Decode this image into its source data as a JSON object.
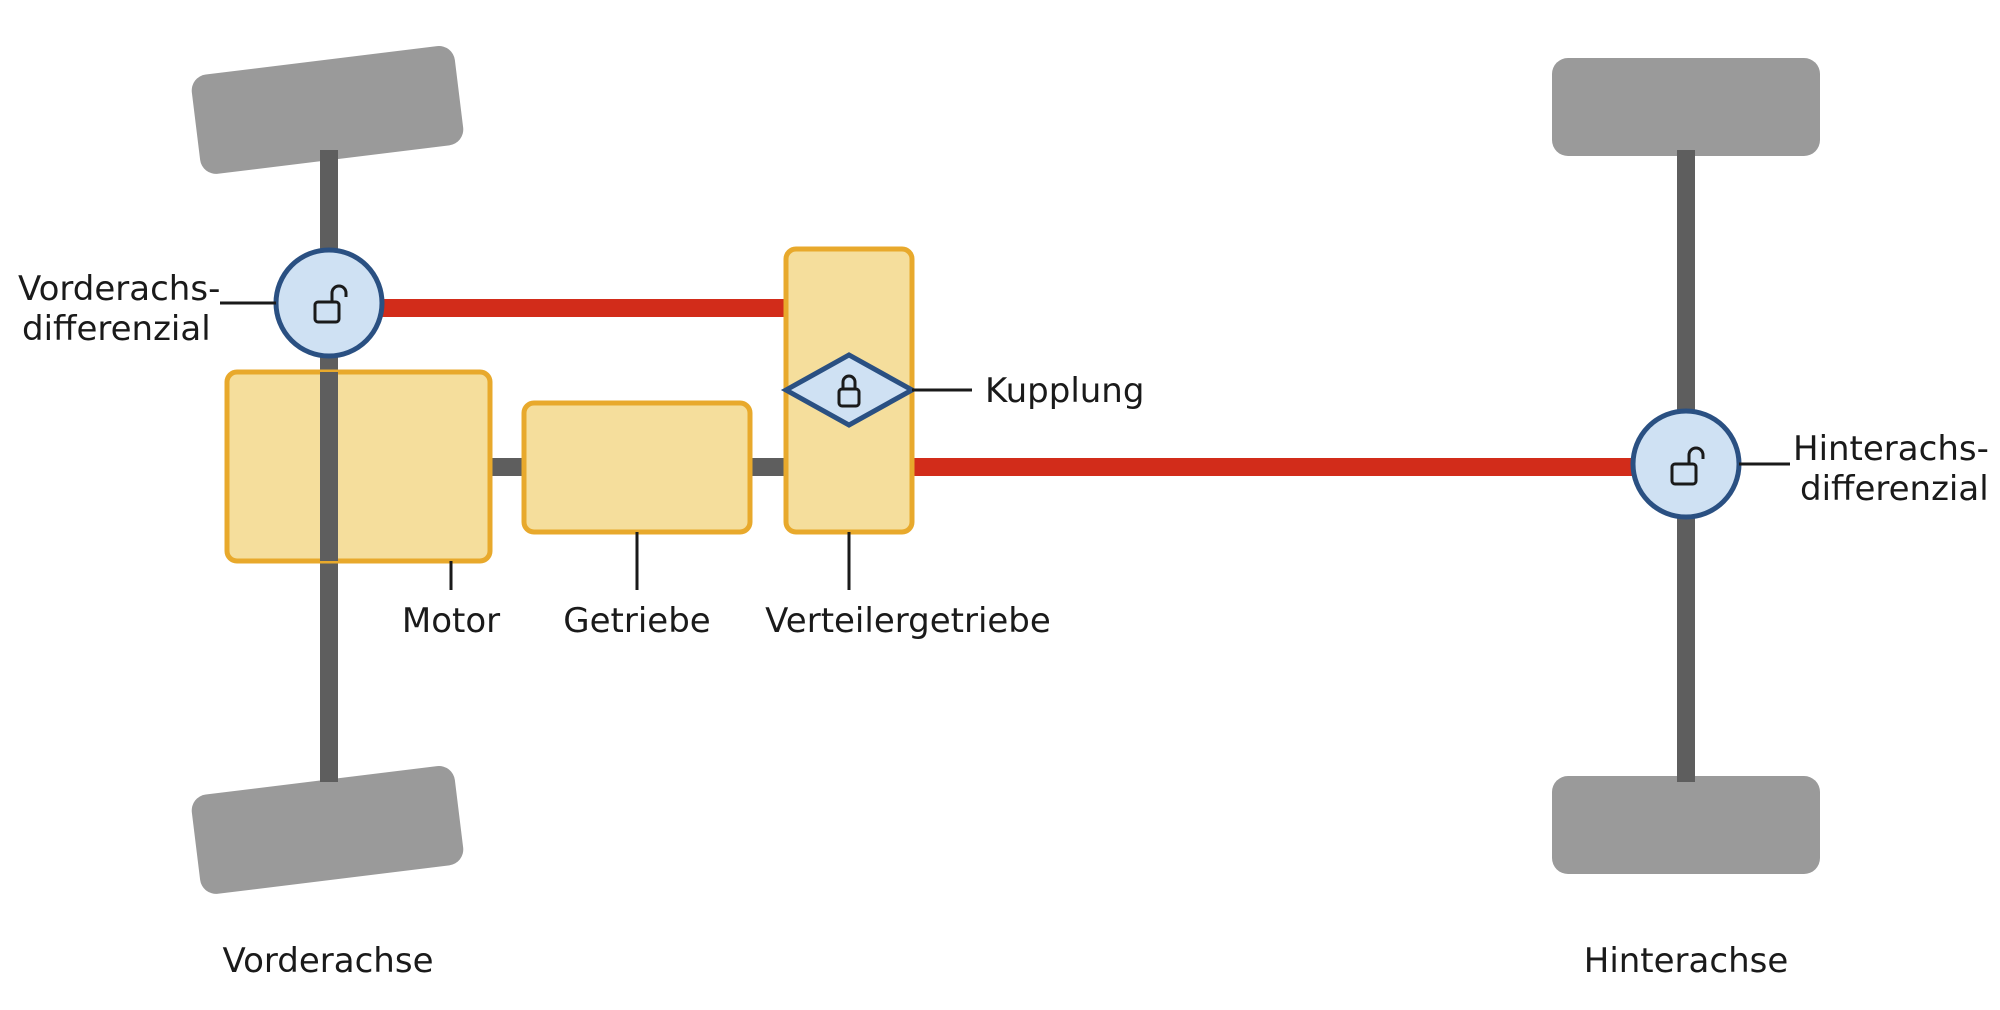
{
  "labels": {
    "front_diff_line1": "Vorderachs-",
    "front_diff_line2": "differenzial",
    "rear_diff_line1": "Hinterachs-",
    "rear_diff_line2": "differenzial",
    "clutch": "Kupplung",
    "engine": "Motor",
    "gearbox": "Getriebe",
    "transfer_case": "Verteilergetriebe",
    "front_axle": "Vorderachse",
    "rear_axle": "Hinterachse"
  },
  "states": {
    "front_diff": "unlocked",
    "rear_diff": "unlocked",
    "clutch": "locked"
  },
  "colors": {
    "wheel": "#9a9a9a",
    "axle": "#5e5e5e",
    "driveshaft": "#d22c1a",
    "component_fill": "#f5de9c",
    "component_border": "#e8a92c",
    "diff_fill": "#cfe1f3",
    "diff_border": "#2a5082",
    "text": "#1a1a1a"
  },
  "icons": {
    "front_diff": "unlocked-padlock-icon",
    "rear_diff": "unlocked-padlock-icon",
    "clutch": "locked-padlock-icon"
  }
}
